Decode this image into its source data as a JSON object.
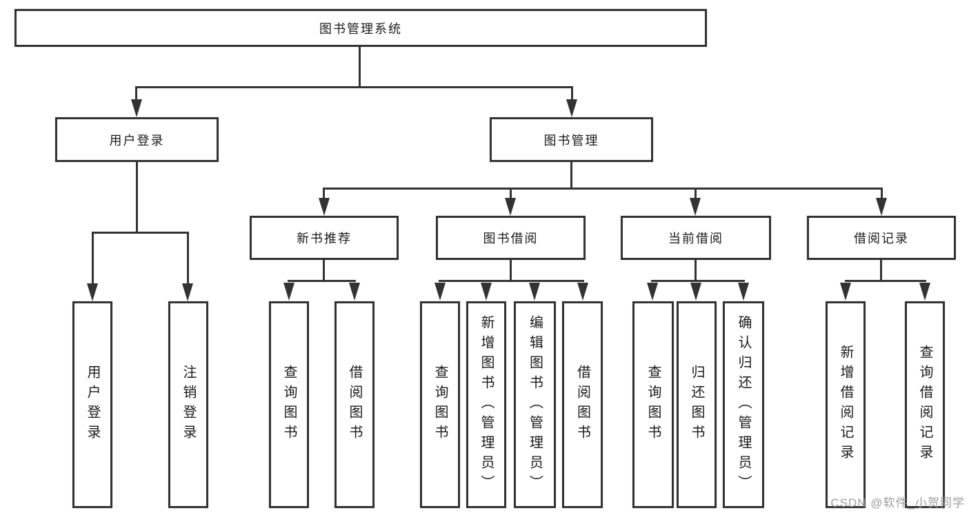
{
  "diagram_type": "hierarchy-tree",
  "root": {
    "label": "图书管理系统"
  },
  "branches": [
    {
      "label": "用户登录",
      "children": [
        {
          "label": "用户登录"
        },
        {
          "label": "注销登录"
        }
      ]
    },
    {
      "label": "图书管理",
      "groups": [
        {
          "label": "新书推荐",
          "children": [
            {
              "label": "查询图书"
            },
            {
              "label": "借阅图书"
            }
          ]
        },
        {
          "label": "图书借阅",
          "children": [
            {
              "label": "查询图书"
            },
            {
              "label": "新增图书（管理员）"
            },
            {
              "label": "编辑图书（管理员）"
            },
            {
              "label": "借阅图书"
            }
          ]
        },
        {
          "label": "当前借阅",
          "children": [
            {
              "label": "查询图书"
            },
            {
              "label": "归还图书"
            },
            {
              "label": "确认归还（管理员）"
            }
          ]
        },
        {
          "label": "借阅记录",
          "children": [
            {
              "label": "新增借阅记录"
            },
            {
              "label": "查询借阅记录"
            }
          ]
        }
      ]
    }
  ],
  "watermark": {
    "text": "CSDN @软件_小贺同学"
  },
  "colors": {
    "line": "#333333",
    "text": "#1a1a1a",
    "watermark": "#9c9c9c",
    "background": "#ffffff"
  }
}
